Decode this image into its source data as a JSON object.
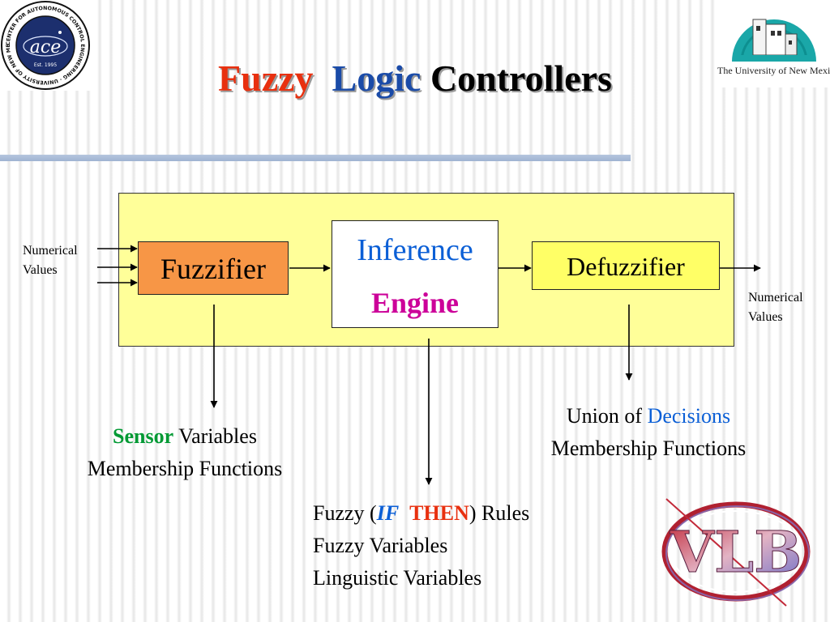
{
  "title": {
    "word1": "Fuzzy",
    "word2": "Logic",
    "word3": "Controllers",
    "colors": {
      "word1": "#e8300f",
      "word2": "#1a4ba8",
      "word3": "#000000"
    }
  },
  "logos": {
    "ace": {
      "text": "ace",
      "ring_text": "CENTER FOR AUTONOMOUS CONTROL ENGINEERING · UNIVERSITY OF NEW MEXICO ·",
      "est": "Est. 1995"
    },
    "unm": {
      "name": "The University of New Mexico"
    },
    "vlb": {
      "text": "VLB"
    }
  },
  "diagram": {
    "input_label": [
      "Numerical",
      "Values"
    ],
    "output_label": [
      "Numerical",
      "Values"
    ],
    "fuzzifier": {
      "label": "Fuzzifier",
      "fill": "#f79646"
    },
    "inference": {
      "line1": "Inference",
      "line2": "Engine",
      "line1_color": "#0b5fd6",
      "line2_color": "#cc0099"
    },
    "defuzzifier": {
      "label": "Defuzzifier",
      "fill": "#ffff66"
    },
    "frame_fill": "#ffff99"
  },
  "captions": {
    "sensor": {
      "highlight": "Sensor",
      "rest": " Variables",
      "line2": "Membership Functions",
      "highlight_color": "#009933"
    },
    "rules": {
      "prefix": "Fuzzy (",
      "if": "IF",
      "then": "THEN",
      "suffix": ") Rules",
      "line2": "Fuzzy Variables",
      "line3": "Linguistic Variables",
      "if_color": "#0b5fd6",
      "then_color": "#e8300f"
    },
    "union": {
      "prefix": "Union of ",
      "highlight": "Decisions",
      "line2": "Membership Functions",
      "highlight_color": "#0b5fd6"
    }
  }
}
